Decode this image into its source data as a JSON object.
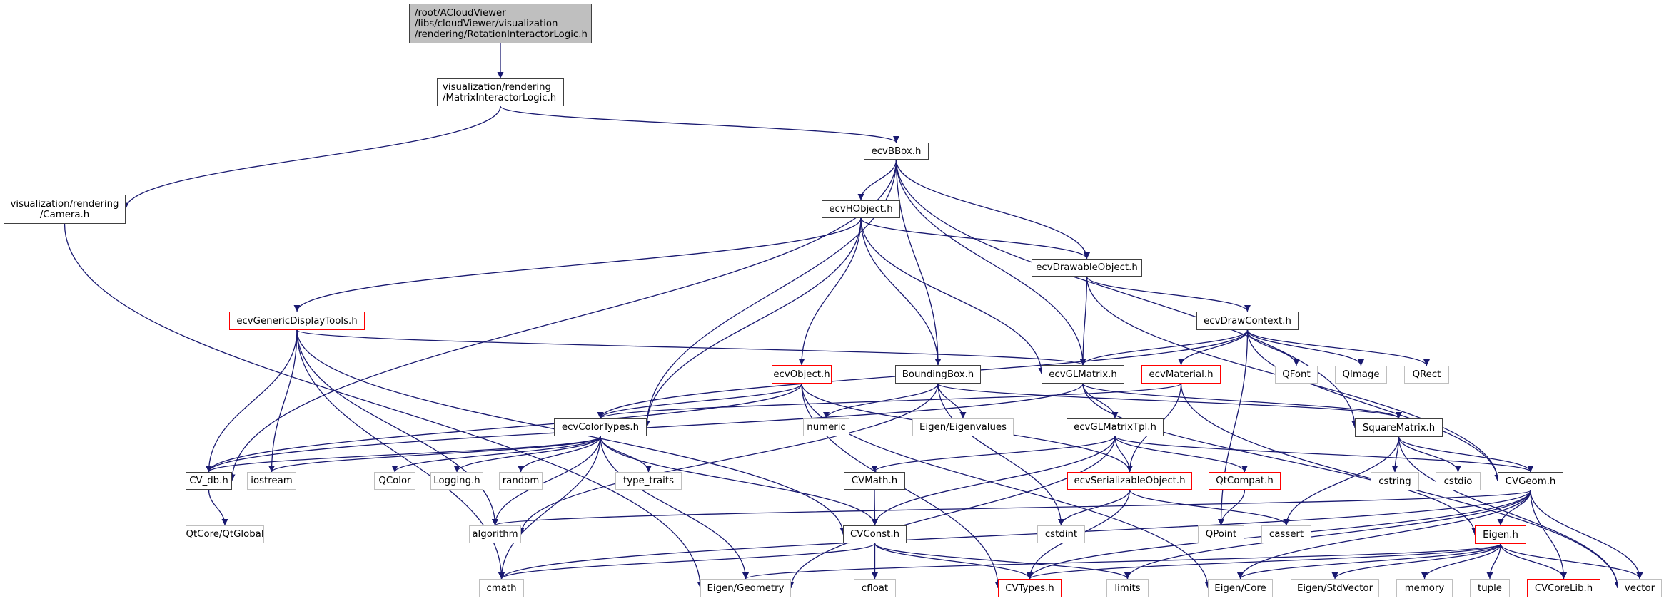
{
  "graph": {
    "title": "Include dependency graph for RotationInteractorLogic.h",
    "colors": {
      "edge": "#191970",
      "root_fill": "#bfbfbf",
      "documented_border": "#404040",
      "truncated_border": "#ff0000",
      "external_border": "#bfbfbf"
    },
    "nodes": [
      {
        "id": "root",
        "label": "/root/ACloudViewer\n/libs/cloudViewer/visualization\n/rendering/RotationInteractorLogic.h",
        "kind": "root"
      },
      {
        "id": "matrix",
        "label": "visualization/rendering\n/MatrixInteractorLogic.h",
        "kind": "normal"
      },
      {
        "id": "camera",
        "label": "visualization/rendering\n/Camera.h",
        "kind": "normal"
      },
      {
        "id": "ecvbbox",
        "label": "ecvBBox.h",
        "kind": "normal"
      },
      {
        "id": "ecvhobject",
        "label": "ecvHObject.h",
        "kind": "normal"
      },
      {
        "id": "ecvdrawable",
        "label": "ecvDrawableObject.h",
        "kind": "normal"
      },
      {
        "id": "ecvgeneric",
        "label": "ecvGenericDisplayTools.h",
        "kind": "red"
      },
      {
        "id": "ecvdrawcontext",
        "label": "ecvDrawContext.h",
        "kind": "normal"
      },
      {
        "id": "ecvobject",
        "label": "ecvObject.h",
        "kind": "red"
      },
      {
        "id": "boundingbox",
        "label": "BoundingBox.h",
        "kind": "normal"
      },
      {
        "id": "ecvglmatrix",
        "label": "ecvGLMatrix.h",
        "kind": "normal"
      },
      {
        "id": "ecvmaterial",
        "label": "ecvMaterial.h",
        "kind": "red"
      },
      {
        "id": "qfont",
        "label": "QFont",
        "kind": "gray"
      },
      {
        "id": "qimage",
        "label": "QImage",
        "kind": "gray"
      },
      {
        "id": "qrect",
        "label": "QRect",
        "kind": "gray"
      },
      {
        "id": "ecvcolortypes",
        "label": "ecvColorTypes.h",
        "kind": "normal"
      },
      {
        "id": "numeric",
        "label": "numeric",
        "kind": "gray"
      },
      {
        "id": "eigenvalues",
        "label": "Eigen/Eigenvalues",
        "kind": "gray"
      },
      {
        "id": "ecvglmatrixtpl",
        "label": "ecvGLMatrixTpl.h",
        "kind": "normal"
      },
      {
        "id": "squarematrix",
        "label": "SquareMatrix.h",
        "kind": "normal"
      },
      {
        "id": "cvdb",
        "label": "CV_db.h",
        "kind": "normal"
      },
      {
        "id": "iostream",
        "label": "iostream",
        "kind": "gray"
      },
      {
        "id": "qcolor",
        "label": "QColor",
        "kind": "gray"
      },
      {
        "id": "logging",
        "label": "Logging.h",
        "kind": "gray"
      },
      {
        "id": "random",
        "label": "random",
        "kind": "gray"
      },
      {
        "id": "typetraits",
        "label": "type_traits",
        "kind": "gray"
      },
      {
        "id": "cvmath",
        "label": "CVMath.h",
        "kind": "normal"
      },
      {
        "id": "ecvserializable",
        "label": "ecvSerializableObject.h",
        "kind": "red"
      },
      {
        "id": "qtcompat",
        "label": "QtCompat.h",
        "kind": "red"
      },
      {
        "id": "cstring",
        "label": "cstring",
        "kind": "gray"
      },
      {
        "id": "cstdio",
        "label": "cstdio",
        "kind": "gray"
      },
      {
        "id": "cvgeom",
        "label": "CVGeom.h",
        "kind": "normal"
      },
      {
        "id": "qtglobal",
        "label": "QtCore/QtGlobal",
        "kind": "gray"
      },
      {
        "id": "algorithm",
        "label": "algorithm",
        "kind": "gray"
      },
      {
        "id": "cvconst",
        "label": "CVConst.h",
        "kind": "normal"
      },
      {
        "id": "cstdint",
        "label": "cstdint",
        "kind": "gray"
      },
      {
        "id": "qpoint",
        "label": "QPoint",
        "kind": "gray"
      },
      {
        "id": "cassert",
        "label": "cassert",
        "kind": "gray"
      },
      {
        "id": "eigenh",
        "label": "Eigen.h",
        "kind": "red"
      },
      {
        "id": "cmath",
        "label": "cmath",
        "kind": "gray"
      },
      {
        "id": "eigengeometry",
        "label": "Eigen/Geometry",
        "kind": "gray"
      },
      {
        "id": "cfloat",
        "label": "cfloat",
        "kind": "gray"
      },
      {
        "id": "cvtypes",
        "label": "CVTypes.h",
        "kind": "red"
      },
      {
        "id": "limits",
        "label": "limits",
        "kind": "gray"
      },
      {
        "id": "eigencore",
        "label": "Eigen/Core",
        "kind": "gray"
      },
      {
        "id": "eigenstdvector",
        "label": "Eigen/StdVector",
        "kind": "gray"
      },
      {
        "id": "memory",
        "label": "memory",
        "kind": "gray"
      },
      {
        "id": "tuple",
        "label": "tuple",
        "kind": "gray"
      },
      {
        "id": "cvcorelib",
        "label": "CVCoreLib.h",
        "kind": "red"
      },
      {
        "id": "vector",
        "label": "vector",
        "kind": "gray"
      }
    ],
    "edges": [
      [
        "root",
        "matrix"
      ],
      [
        "matrix",
        "camera"
      ],
      [
        "matrix",
        "ecvbbox"
      ],
      [
        "camera",
        "eigengeometry"
      ],
      [
        "ecvbbox",
        "ecvhobject"
      ],
      [
        "ecvbbox",
        "ecvdrawable"
      ],
      [
        "ecvbbox",
        "boundingbox"
      ],
      [
        "ecvbbox",
        "ecvglmatrix"
      ],
      [
        "ecvbbox",
        "squarematrix"
      ],
      [
        "ecvbbox",
        "ecvcolortypes"
      ],
      [
        "ecvbbox",
        "cvdb"
      ],
      [
        "ecvhobject",
        "ecvgeneric"
      ],
      [
        "ecvhobject",
        "ecvdrawable"
      ],
      [
        "ecvhobject",
        "ecvobject"
      ],
      [
        "ecvhobject",
        "boundingbox"
      ],
      [
        "ecvhobject",
        "ecvglmatrix"
      ],
      [
        "ecvhobject",
        "ecvcolortypes"
      ],
      [
        "ecvdrawable",
        "ecvdrawcontext"
      ],
      [
        "ecvdrawable",
        "ecvglmatrix"
      ],
      [
        "ecvdrawable",
        "cvgeom"
      ],
      [
        "ecvgeneric",
        "ecvglmatrix"
      ],
      [
        "ecvgeneric",
        "cvdb"
      ],
      [
        "ecvgeneric",
        "iostream"
      ],
      [
        "ecvgeneric",
        "cvconst"
      ],
      [
        "ecvgeneric",
        "algorithm"
      ],
      [
        "ecvgeneric",
        "cmath"
      ],
      [
        "ecvdrawcontext",
        "ecvglmatrix"
      ],
      [
        "ecvdrawcontext",
        "ecvmaterial"
      ],
      [
        "ecvdrawcontext",
        "qfont"
      ],
      [
        "ecvdrawcontext",
        "qimage"
      ],
      [
        "ecvdrawcontext",
        "qrect"
      ],
      [
        "ecvdrawcontext",
        "ecvcolortypes"
      ],
      [
        "ecvdrawcontext",
        "qpoint"
      ],
      [
        "ecvdrawcontext",
        "cvgeom"
      ],
      [
        "ecvobject",
        "ecvcolortypes"
      ],
      [
        "ecvobject",
        "cvdb"
      ],
      [
        "ecvobject",
        "ecvserializable"
      ],
      [
        "ecvobject",
        "cvtypes"
      ],
      [
        "ecvobject",
        "eigencore"
      ],
      [
        "boundingbox",
        "numeric"
      ],
      [
        "boundingbox",
        "eigenvalues"
      ],
      [
        "boundingbox",
        "squarematrix"
      ],
      [
        "boundingbox",
        "algorithm"
      ],
      [
        "boundingbox",
        "cstdint"
      ],
      [
        "ecvglmatrix",
        "ecvglmatrixtpl"
      ],
      [
        "ecvglmatrix",
        "squarematrix"
      ],
      [
        "ecvglmatrix",
        "cvdb"
      ],
      [
        "ecvglmatrix",
        "eigenh"
      ],
      [
        "ecvmaterial",
        "ecvserializable"
      ],
      [
        "ecvmaterial",
        "ecvcolortypes"
      ],
      [
        "ecvmaterial",
        "vector"
      ],
      [
        "ecvcolortypes",
        "cvdb"
      ],
      [
        "ecvcolortypes",
        "iostream"
      ],
      [
        "ecvcolortypes",
        "qcolor"
      ],
      [
        "ecvcolortypes",
        "logging"
      ],
      [
        "ecvcolortypes",
        "random"
      ],
      [
        "ecvcolortypes",
        "typetraits"
      ],
      [
        "ecvcolortypes",
        "algorithm"
      ],
      [
        "ecvcolortypes",
        "cvconst"
      ],
      [
        "ecvcolortypes",
        "cmath"
      ],
      [
        "ecvcolortypes",
        "eigengeometry"
      ],
      [
        "ecvglmatrixtpl",
        "cvmath"
      ],
      [
        "ecvglmatrixtpl",
        "ecvserializable"
      ],
      [
        "ecvglmatrixtpl",
        "qtcompat"
      ],
      [
        "ecvglmatrixtpl",
        "cvgeom"
      ],
      [
        "ecvglmatrixtpl",
        "cvconst"
      ],
      [
        "ecvglmatrixtpl",
        "eigengeometry"
      ],
      [
        "squarematrix",
        "cstring"
      ],
      [
        "squarematrix",
        "cstdio"
      ],
      [
        "squarematrix",
        "cvgeom"
      ],
      [
        "squarematrix",
        "cassert"
      ],
      [
        "squarematrix",
        "vector"
      ],
      [
        "cvdb",
        "qtglobal"
      ],
      [
        "cvmath",
        "cvconst"
      ],
      [
        "ecvserializable",
        "cstdint"
      ],
      [
        "ecvserializable",
        "cvtypes"
      ],
      [
        "ecvserializable",
        "cassert"
      ],
      [
        "qtcompat",
        "qpoint"
      ],
      [
        "cvgeom",
        "algorithm"
      ],
      [
        "cvgeom",
        "eigenh"
      ],
      [
        "cvgeom",
        "cvcorelib"
      ],
      [
        "cvgeom",
        "vector"
      ],
      [
        "cvgeom",
        "cvtypes"
      ],
      [
        "cvgeom",
        "limits"
      ],
      [
        "cvgeom",
        "eigencore"
      ],
      [
        "cvgeom",
        "cmath"
      ],
      [
        "cvconst",
        "cmath"
      ],
      [
        "cvconst",
        "cfloat"
      ],
      [
        "cvconst",
        "cvtypes"
      ],
      [
        "cvconst",
        "limits"
      ],
      [
        "eigenh",
        "eigengeometry"
      ],
      [
        "eigenh",
        "eigencore"
      ],
      [
        "eigenh",
        "eigenstdvector"
      ],
      [
        "eigenh",
        "memory"
      ],
      [
        "eigenh",
        "tuple"
      ],
      [
        "eigenh",
        "cvcorelib"
      ],
      [
        "eigenh",
        "vector"
      ],
      [
        "eigenh",
        "cvtypes"
      ]
    ]
  }
}
